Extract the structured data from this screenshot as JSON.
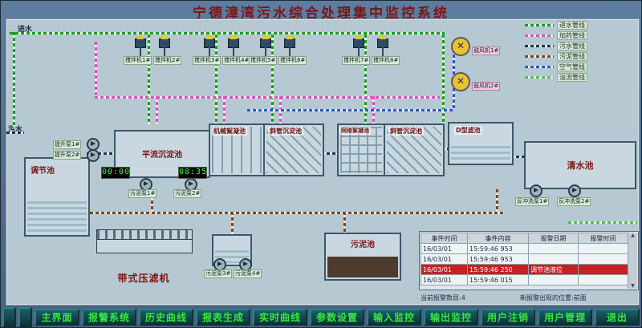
{
  "title": "宁德漳湾污水综合处理集中监控系统",
  "colors": {
    "inflow_pipe": "#17a017",
    "dosing_pipe": "#e24fc0",
    "sewage_pipe": "#24344e",
    "sludge_pipe": "#7a4a20",
    "air_pipe": "#2b57d8",
    "overflow_pipe": "#54c054",
    "alarm_row": "#c32222",
    "button_text": "#35e83c",
    "title_text": "#7d1414"
  },
  "legend": {
    "items": [
      {
        "label": "进水管线",
        "color": "#17a017"
      },
      {
        "label": "加药管线",
        "color": "#e24fc0"
      },
      {
        "label": "污水管线",
        "color": "#24344e"
      },
      {
        "label": "污泥管线",
        "color": "#7a4a20"
      },
      {
        "label": "空气管线",
        "color": "#2b57d8"
      },
      {
        "label": "溢流管线",
        "color": "#54c054"
      }
    ]
  },
  "flow_labels": {
    "inflow": "进水",
    "sewage": "污水"
  },
  "tanks": {
    "regulating": "调节池",
    "horizontal_sedimentation": "平流沉淀池",
    "mechanical_flocculation": "机械絮凝池",
    "inclined_tube_sedimentation_1": "斜管沉淀池",
    "grid_flocculation": "网络絮凝池",
    "inclined_tube_sedimentation_2": "斜管沉淀池",
    "d_type_filter": "D型滤池",
    "clear_water": "清水池",
    "sludge": "污泥池",
    "belt_filter_press": "带式压滤机"
  },
  "mixers": [
    "搅拌机1#",
    "搅拌机2#",
    "搅拌机3#",
    "搅拌机4#",
    "搅拌机5#",
    "搅拌机6#",
    "搅拌机7#",
    "搅拌机8#"
  ],
  "blowers": [
    "鼓风机1#",
    "鼓风机2#"
  ],
  "pumps": {
    "lift": [
      "提升泵1#",
      "提升泵2#"
    ],
    "sludge_a": [
      "污泥泵1#",
      "污泥泵2#"
    ],
    "sludge_b": [
      "污泥泵3#",
      "污泥泵4#"
    ],
    "backwash": [
      "反冲洗泵1#",
      "反冲洗泵2#"
    ]
  },
  "timers": [
    "00:00",
    "08:35"
  ],
  "alarm_panel": {
    "headers": [
      "事件时间",
      "事件内容",
      "报警日期",
      "报警时间"
    ],
    "rows": [
      {
        "cells": [
          "16/03/01",
          "15:59:46 953",
          "",
          ""
        ]
      },
      {
        "cells": [
          "16/03/01",
          "15:59:46 953",
          "",
          ""
        ]
      },
      {
        "cells": [
          "16/03/01",
          "15:59:46 250",
          "调节池液位",
          ""
        ]
      },
      {
        "cells": [
          "16/03/01",
          "15:59:46 015",
          "",
          ""
        ]
      }
    ],
    "footer_count": "当前报警数目:4",
    "footer_position": "新报警出现的位置:前面"
  },
  "toolbar": {
    "buttons": [
      "主界面",
      "报警系统",
      "历史曲线",
      "报表生成",
      "实时曲线",
      "参数设置",
      "输入监控",
      "输出监控",
      "用户注销",
      "用户管理",
      "退出"
    ]
  }
}
